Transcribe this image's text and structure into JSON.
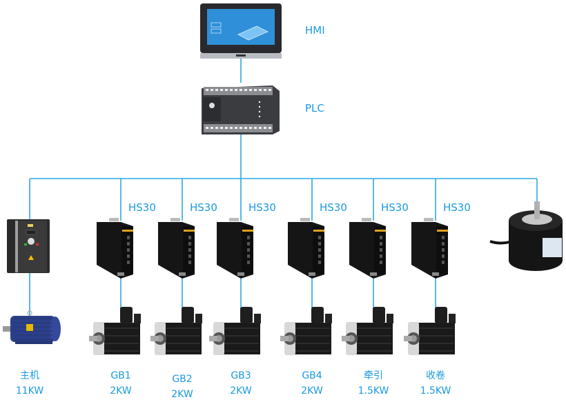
{
  "colors": {
    "line": "#29a8e0",
    "label": "#1a9ae0"
  },
  "top": {
    "hmi": {
      "label": "HMI",
      "icon": "hmi-touchscreen"
    },
    "plc": {
      "label": "PLC",
      "icon": "plc-controller"
    }
  },
  "devices": [
    {
      "id": "main",
      "driver_type": "inverter",
      "driver_label": "",
      "motor_type": "ac-induction-motor",
      "name": "主机",
      "power": "11KW"
    },
    {
      "id": "gb1",
      "driver_type": "servo-drive",
      "driver_label": "HS30",
      "motor_type": "servo-motor",
      "name": "GB1",
      "power": "2KW"
    },
    {
      "id": "gb2",
      "driver_type": "servo-drive",
      "driver_label": "HS30",
      "motor_type": "servo-motor",
      "name": "GB2",
      "power": "2KW"
    },
    {
      "id": "gb3",
      "driver_type": "servo-drive",
      "driver_label": "HS30",
      "motor_type": "servo-motor",
      "name": "GB3",
      "power": "2KW"
    },
    {
      "id": "gb4",
      "driver_type": "servo-drive",
      "driver_label": "HS30",
      "motor_type": "servo-motor",
      "name": "GB4",
      "power": "2KW"
    },
    {
      "id": "traction",
      "driver_type": "servo-drive",
      "driver_label": "HS30",
      "motor_type": "servo-motor",
      "name": "牵引",
      "power": "1.5KW"
    },
    {
      "id": "winding",
      "driver_type": "servo-drive",
      "driver_label": "HS30",
      "motor_type": "servo-motor",
      "name": "收卷",
      "power": "1.5KW"
    }
  ],
  "encoder": {
    "icon": "rotary-encoder"
  }
}
